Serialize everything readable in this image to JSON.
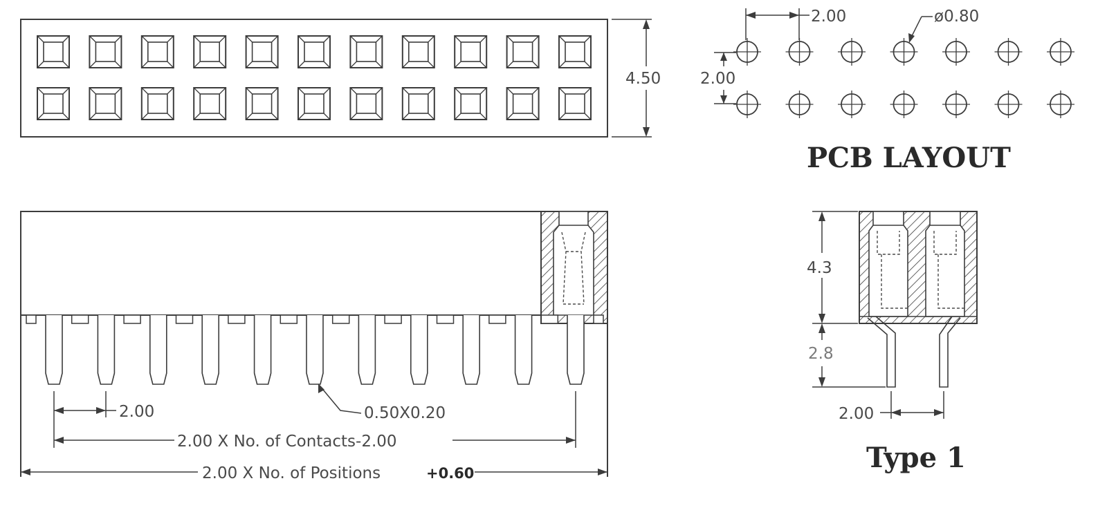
{
  "top_view": {
    "rows": 2,
    "columns": 11,
    "height_label": "4.50"
  },
  "pcb_layout": {
    "title": "PCB LAYOUT",
    "pitch_x_label": "2.00",
    "pitch_y_label": "2.00",
    "hole_label": "ø0.80",
    "columns": 7
  },
  "side_view": {
    "pins": 11,
    "pitch_label": "2.00",
    "pin_size_label": "0.50X0.20",
    "contacts_formula": "2.00 X No. of Contacts-2.00",
    "positions_formula": "2.00 X No. of Positions",
    "positions_suffix": "+0.60"
  },
  "type1": {
    "title": "Type 1",
    "body_height_label": "4.3",
    "tail_length_label": "2.8",
    "pitch_label": "2.00"
  }
}
